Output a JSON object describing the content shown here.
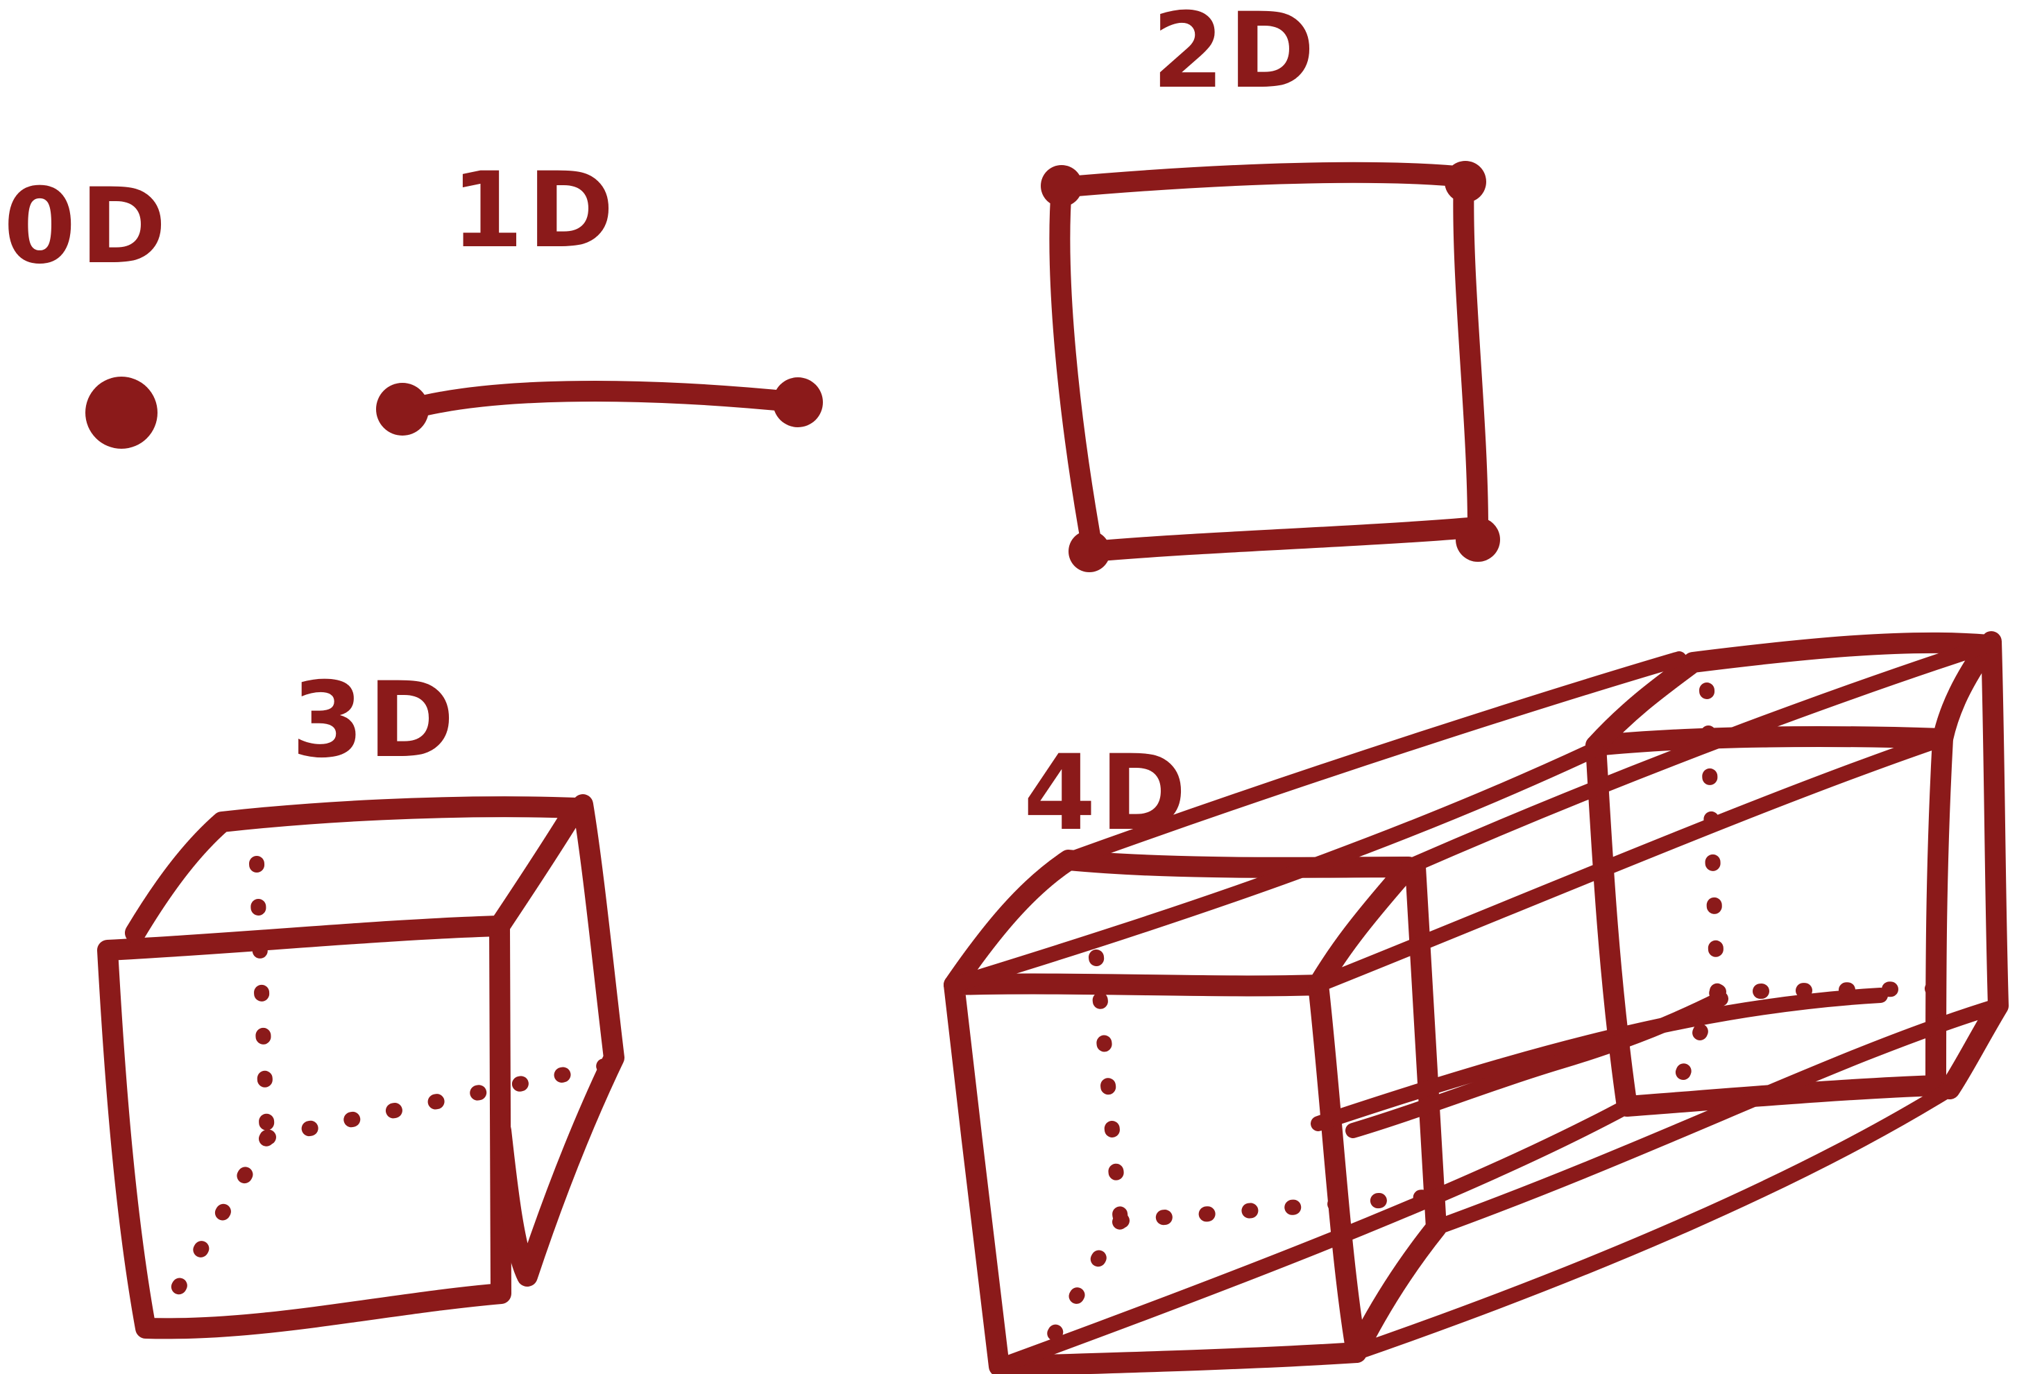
{
  "labels": {
    "d0": "0D",
    "d1": "1D",
    "d2": "2D",
    "d3": "3D",
    "d4": "4D"
  },
  "colors": {
    "ink": "#8b1a1a",
    "background": "#ffffff"
  }
}
